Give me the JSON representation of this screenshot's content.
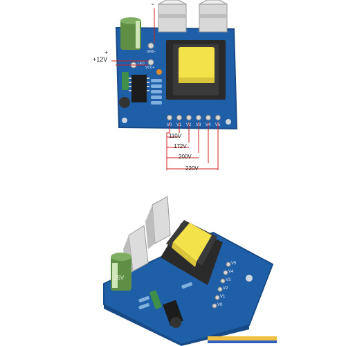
{
  "top_photo": {
    "labels": {
      "minus": "-",
      "plus": "+",
      "supply": "+12V",
      "gnd": "GND-",
      "vcc": "VCC+",
      "led": "LED"
    },
    "pins": [
      "V0",
      "V1",
      "V2",
      "V3",
      "V4",
      "V5"
    ],
    "voltage_taps": [
      {
        "label": "110V"
      },
      {
        "label": "172V"
      },
      {
        "label": "200V"
      },
      {
        "label": "220V"
      }
    ]
  },
  "bottom_photo": {
    "pins": [
      "V0",
      "V1",
      "V2",
      "V3",
      "V4",
      "V5"
    ],
    "capacitor_mark": "25V"
  },
  "colors": {
    "pcb": "#1f5fa8",
    "pcb_dark": "#174a86",
    "transformer_coil": "#f3e24a",
    "heatsink": "#d9d9d9",
    "capacitor": "#5f8f45",
    "annotation_red": "#d22020"
  }
}
